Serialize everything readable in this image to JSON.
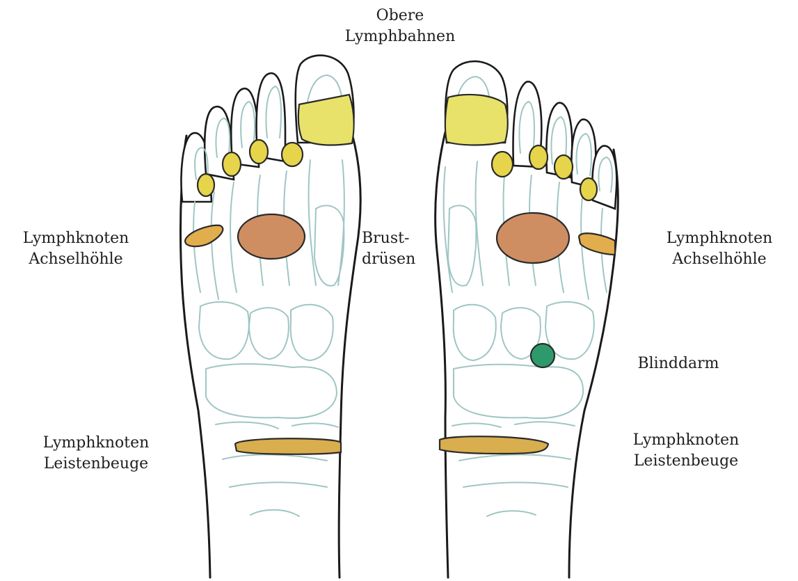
{
  "labels": {
    "upper_lymph": [
      "Obere",
      "Lymphbahnen"
    ],
    "axilla_left": [
      "Lymphknoten",
      "Achselhöhle"
    ],
    "axilla_right": [
      "Lymphknoten",
      "Achselhöhle"
    ],
    "breast": [
      "Brust-",
      "drüsen"
    ],
    "appendix": [
      "Blinddarm"
    ],
    "groin_left": [
      "Lymphknoten",
      "Leistenbeuge"
    ],
    "groin_right": [
      "Lymphknoten",
      "Leistenbeuge"
    ]
  },
  "colors": {
    "upper_lymph_zone": "#e9e26a",
    "toe_lymph_zone": "#e6d54a",
    "axilla_zone": "#e2ad4c",
    "breast_zone": "#cf8e62",
    "groin_zone": "#d9ae4e",
    "appendix_zone": "#2e9a6c",
    "bone_outline": "#9fc6c3",
    "foot_outline": "#1a1a1a"
  }
}
